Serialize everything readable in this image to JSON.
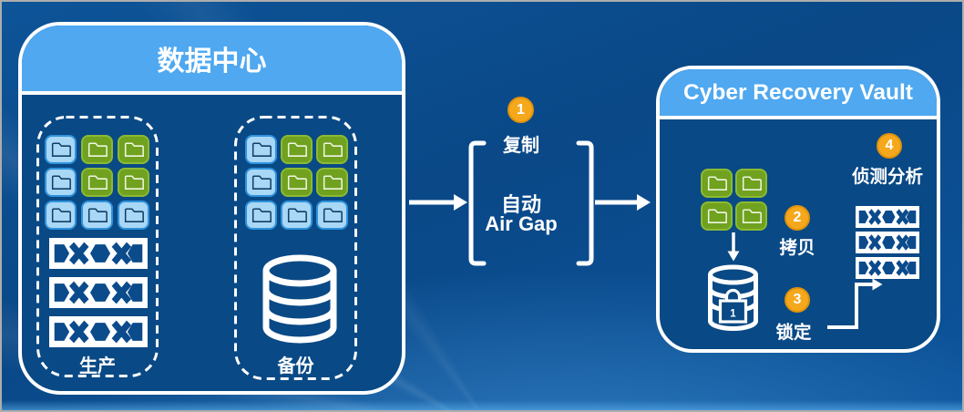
{
  "data_center": {
    "title": "数据中心",
    "production": {
      "label": "生产",
      "folders": [
        "blue",
        "green",
        "green",
        "blue",
        "green",
        "green",
        "blue",
        "blue",
        "blue"
      ],
      "tape_count": 3
    },
    "backup": {
      "label": "备份",
      "folders": [
        "blue",
        "green",
        "green",
        "blue",
        "green",
        "green",
        "blue",
        "blue",
        "blue"
      ]
    }
  },
  "flow": {
    "step1": {
      "number": "1",
      "label": "复制"
    },
    "air_gap": {
      "line1": "自动",
      "line2": "Air Gap"
    }
  },
  "vault": {
    "title": "Cyber Recovery Vault",
    "folders": [
      "green",
      "green",
      "green",
      "green"
    ],
    "step2": {
      "number": "2",
      "label": "拷贝"
    },
    "step3": {
      "number": "3",
      "label": "锁定"
    },
    "step4": {
      "number": "4",
      "label": "侦测分析"
    },
    "lock_number": "1",
    "tape_count": 3
  },
  "colors": {
    "background": "#0b4e91",
    "box_body": "#094985",
    "header_blue": "#4fa8f0",
    "accent_orange": "#f6a81c",
    "folder_blue": "#a9d7f6",
    "folder_green": "#70a11f",
    "tape_pattern": "#0b4b8c"
  }
}
